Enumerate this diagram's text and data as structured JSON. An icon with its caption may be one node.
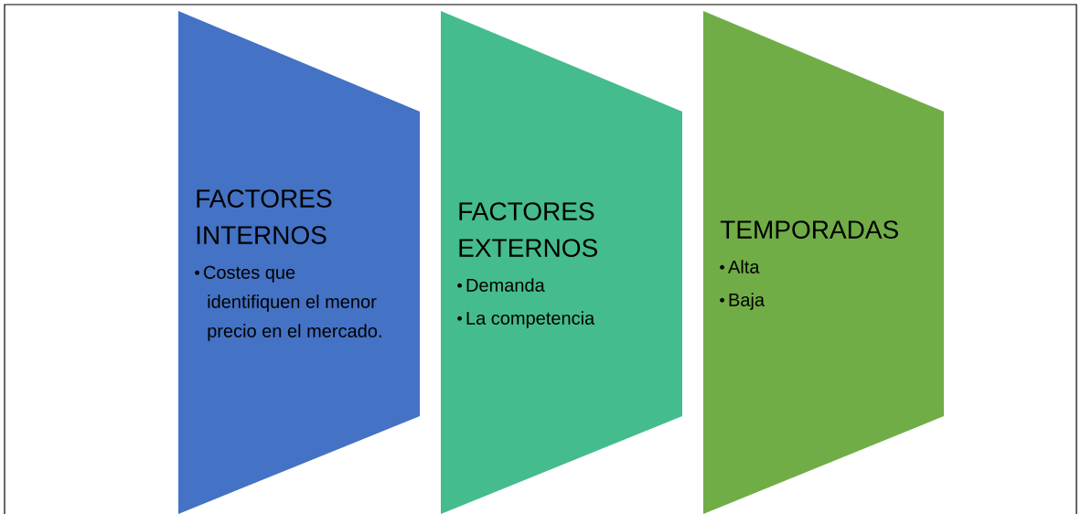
{
  "diagram": {
    "nodes": [
      {
        "text": [
          "FACTORES INTERNOS",
          "Costes que identifiquen el menor precio en el mercado."
        ]
      },
      {
        "text": [
          "FACTORES EXTERNOS",
          "Demanda",
          "La competencia"
        ]
      },
      {
        "text": [
          "TEMPORADAS",
          "Alta",
          "Baja"
        ]
      }
    ]
  }
}
